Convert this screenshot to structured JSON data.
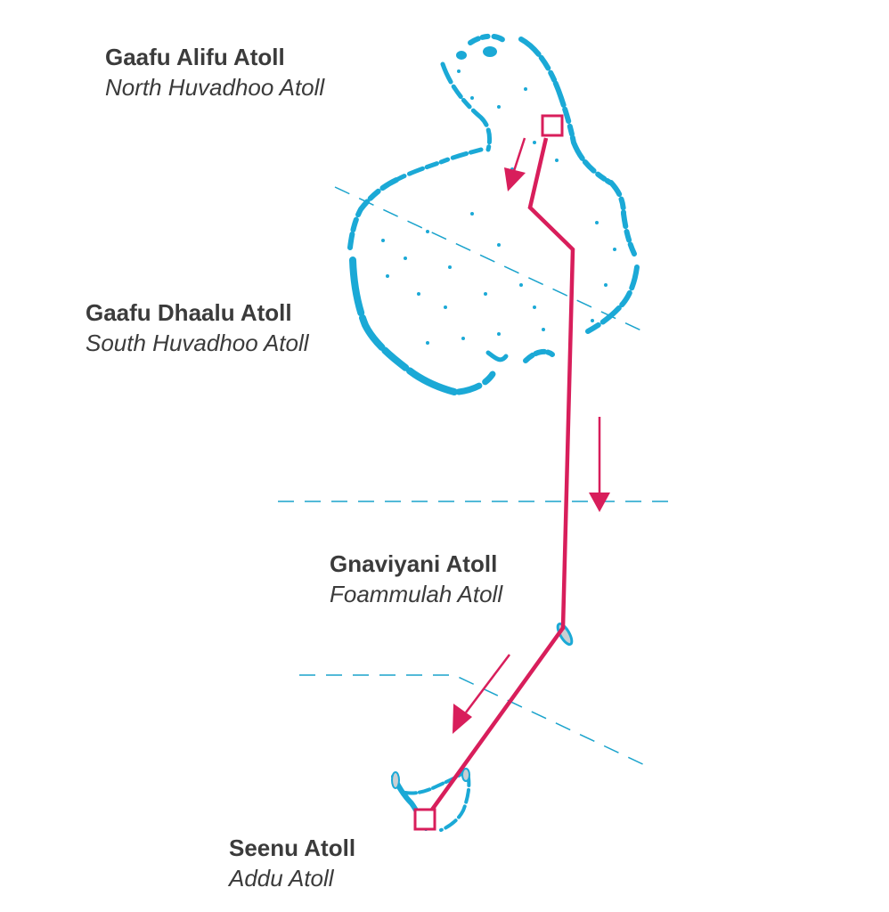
{
  "colors": {
    "route": "#d81e5b",
    "reef": "#1ba9d6",
    "island": "#c9cfd3",
    "dash": "#1aa3cc",
    "text": "#3b3b3b"
  },
  "atolls": [
    {
      "name": "Gaafu Alifu  Atoll",
      "alt_name": "North Huvadhoo Atoll"
    },
    {
      "name": "Gaafu Dhaalu Atoll",
      "alt_name": "South Huvadhoo Atoll"
    },
    {
      "name": "Gnaviyani Atoll",
      "alt_name": "Foammulah Atoll"
    },
    {
      "name": "Seenu Atoll",
      "alt_name": "Addu Atoll"
    }
  ],
  "route": {
    "start_marker": "square-marker",
    "end_marker": "square-marker",
    "direction": "north-to-south",
    "arrows": [
      "south-west-arrow",
      "south-arrow",
      "south-west-arrow"
    ]
  },
  "boundaries": [
    "dashed-boundary-north",
    "dashed-boundary-middle",
    "dashed-boundary-south"
  ]
}
